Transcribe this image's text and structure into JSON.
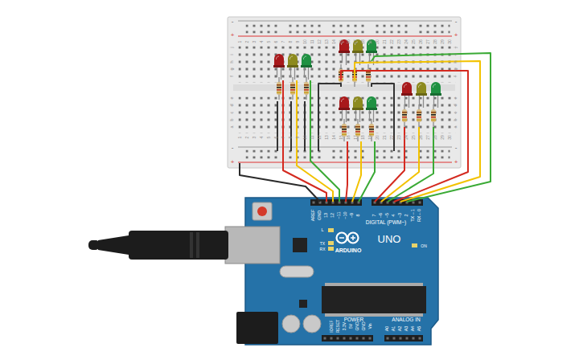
{
  "diagram": {
    "labels": [
      "1",
      "2",
      "3",
      "4",
      "5",
      "6",
      "7",
      "8",
      "9",
      "10",
      "11",
      "12",
      "13",
      "14",
      "15",
      "16",
      "17",
      "18",
      "19",
      "20",
      "21",
      "22",
      "23",
      "24",
      "25",
      "26",
      "27",
      "28",
      "29",
      "30",
      "1",
      "2",
      "3",
      "4",
      "5",
      "6",
      "7",
      "8",
      "9",
      "10",
      "11",
      "12",
      "13",
      "14",
      "15",
      "16",
      "17",
      "18",
      "19",
      "20",
      "21",
      "22",
      "23",
      "24",
      "25",
      "26",
      "27",
      "28",
      "29",
      "30",
      "j",
      "i",
      "h",
      "g",
      "f",
      "e",
      "d",
      "c",
      "b",
      "a",
      "j",
      "i",
      "h",
      "g",
      "f",
      "e",
      "d",
      "c",
      "b",
      "a",
      "-",
      "+",
      "-",
      "+",
      "-",
      "+",
      "-",
      "+",
      "AREF",
      "GND",
      "13",
      "12",
      "~11",
      "~10",
      "~9",
      "8",
      "7",
      "~6",
      "~5",
      "4",
      "~3",
      "2",
      "TX→1",
      "RX←0",
      "DIGITAL (PWM~)",
      "L",
      "TX",
      "RX",
      "ARDUINO",
      "UNO",
      "ON",
      "IOREF",
      "RESET",
      "3.3V",
      "5V",
      "GND",
      "GND",
      "Vin",
      "POWER",
      "ANALOG IN",
      "A0",
      "A1",
      "A2",
      "A3",
      "A4",
      "A5"
    ]
  }
}
